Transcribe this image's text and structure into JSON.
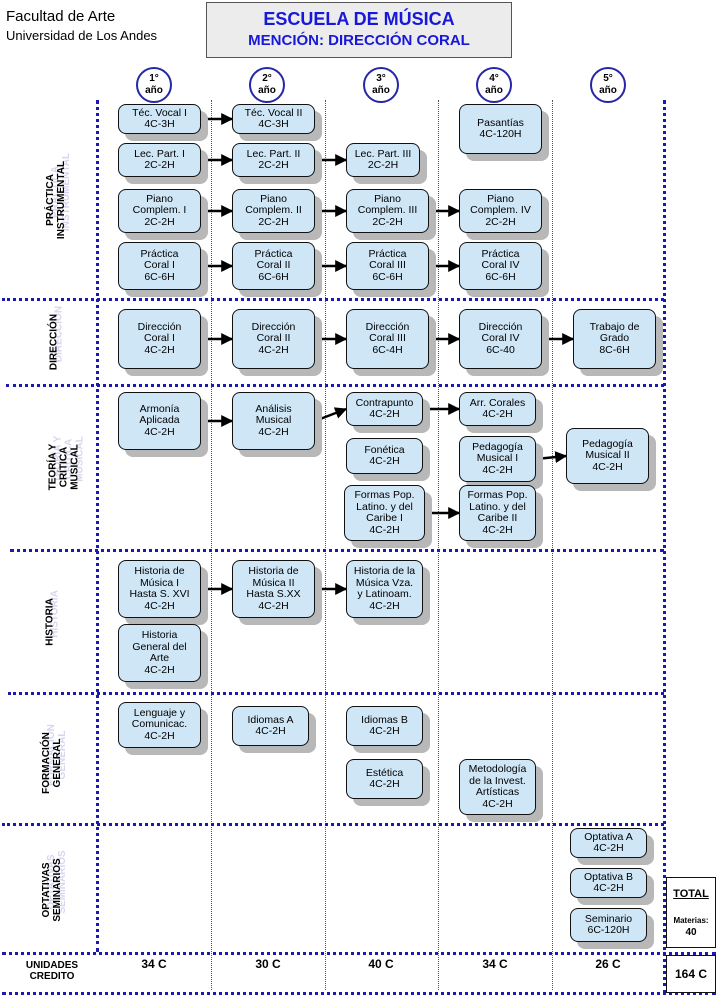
{
  "header": {
    "faculty": "Facultad de Arte",
    "university": "Universidad de Los Andes",
    "title": "ESCUELA DE MÚSICA",
    "subtitle": "MENCIÓN: DIRECCIÓN  CORAL"
  },
  "years": [
    {
      "num": "1°",
      "label": "año"
    },
    {
      "num": "2°",
      "label": "año"
    },
    {
      "num": "3°",
      "label": "año"
    },
    {
      "num": "4°",
      "label": "año"
    },
    {
      "num": "5°",
      "label": "año"
    }
  ],
  "categories": [
    {
      "lines": [
        "PRÁCTICA",
        "INSTRUMENTAL"
      ]
    },
    {
      "lines": [
        "DIRECCIÓN"
      ]
    },
    {
      "lines": [
        "TEORÍA Y",
        "CRÍTICA",
        "MUSICAL"
      ]
    },
    {
      "lines": [
        "HISTORIA"
      ]
    },
    {
      "lines": [
        "FORMACIÓN",
        "GENERAL"
      ]
    },
    {
      "lines": [
        "OPTATIVAS",
        "SEMINARIOS"
      ]
    }
  ],
  "courses": [
    {
      "id": "tec-vocal-1",
      "text": "Téc. Vocal  I\n4C-3H"
    },
    {
      "id": "tec-vocal-2",
      "text": "Téc. Vocal II\n4C-3H"
    },
    {
      "id": "pasantias",
      "text": "Pasantías\n4C-120H"
    },
    {
      "id": "lec-part-1",
      "text": "Lec. Part. I\n2C-2H"
    },
    {
      "id": "lec-part-2",
      "text": "Lec. Part. II\n2C-2H"
    },
    {
      "id": "lec-part-3",
      "text": "Lec. Part. III\n2C-2H"
    },
    {
      "id": "piano-1",
      "text": "Piano\nComplem. I\n2C-2H"
    },
    {
      "id": "piano-2",
      "text": "Piano\nComplem. II\n2C-2H"
    },
    {
      "id": "piano-3",
      "text": "Piano\nComplem. III\n2C-2H"
    },
    {
      "id": "piano-4",
      "text": "Piano\nComplem. IV\n2C-2H"
    },
    {
      "id": "coral-1",
      "text": "Práctica\nCoral I\n6C-6H"
    },
    {
      "id": "coral-2",
      "text": "Práctica\nCoral II\n6C-6H"
    },
    {
      "id": "coral-3",
      "text": "Práctica\nCoral III\n6C-6H"
    },
    {
      "id": "coral-4",
      "text": "Práctica\nCoral IV\n6C-6H"
    },
    {
      "id": "dir-1",
      "text": "Dirección\nCoral I\n4C-2H"
    },
    {
      "id": "dir-2",
      "text": "Dirección\nCoral II\n4C-2H"
    },
    {
      "id": "dir-3",
      "text": "Dirección\nCoral III\n6C-4H"
    },
    {
      "id": "dir-4",
      "text": "Dirección\nCoral IV\n6C-40"
    },
    {
      "id": "trabajo-grado",
      "text": "Trabajo de\nGrado\n8C-6H"
    },
    {
      "id": "armonia",
      "text": "Armonía\nAplicada\n4C-2H"
    },
    {
      "id": "analisis",
      "text": "Análisis\nMusical\n4C-2H"
    },
    {
      "id": "contrapunto",
      "text": "Contrapunto\n4C-2H"
    },
    {
      "id": "arr-corales",
      "text": "Arr. Corales\n4C-2H"
    },
    {
      "id": "fonetica",
      "text": "Fonética\n4C-2H"
    },
    {
      "id": "pedagogia-1",
      "text": "Pedagogía\nMusical I\n4C-2H"
    },
    {
      "id": "pedagogia-2",
      "text": "Pedagogía\nMusical II\n4C-2H"
    },
    {
      "id": "formas-pop-1",
      "text": "Formas Pop.\nLatino. y del\nCaribe I\n4C-2H"
    },
    {
      "id": "formas-pop-2",
      "text": "Formas Pop.\nLatino. y del\nCaribe II\n4C-2H"
    },
    {
      "id": "historia-1",
      "text": "Historia de\nMúsica I\nHasta S. XVI\n4C-2H"
    },
    {
      "id": "historia-2",
      "text": "Historia de\nMúsica  II\nHasta S.XX\n4C-2H"
    },
    {
      "id": "historia-3",
      "text": "Historia de la\nMúsica Vza.\ny Latinoam.\n4C-2H"
    },
    {
      "id": "historia-arte",
      "text": "Historia\nGeneral del\nArte\n4C-2H"
    },
    {
      "id": "lenguaje",
      "text": "Lenguaje y\nComunicac.\n4C-2H"
    },
    {
      "id": "idiomas-a",
      "text": "Idiomas A\n4C-2H"
    },
    {
      "id": "idiomas-b",
      "text": "Idiomas B\n4C-2H"
    },
    {
      "id": "estetica",
      "text": "Estética\n4C-2H"
    },
    {
      "id": "metodologia",
      "text": "Metodología\nde la Invest.\nArtísticas\n4C-2H"
    },
    {
      "id": "optativa-a",
      "text": "Optativa A\n4C-2H"
    },
    {
      "id": "optativa-b",
      "text": "Optativa B\n4C-2H"
    },
    {
      "id": "seminario",
      "text": "Seminario\n6C-120H"
    }
  ],
  "prerequisites": [
    [
      "tec-vocal-1",
      "tec-vocal-2"
    ],
    [
      "lec-part-1",
      "lec-part-2"
    ],
    [
      "lec-part-2",
      "lec-part-3"
    ],
    [
      "piano-1",
      "piano-2"
    ],
    [
      "piano-2",
      "piano-3"
    ],
    [
      "piano-3",
      "piano-4"
    ],
    [
      "coral-1",
      "coral-2"
    ],
    [
      "coral-2",
      "coral-3"
    ],
    [
      "coral-3",
      "coral-4"
    ],
    [
      "dir-1",
      "dir-2"
    ],
    [
      "dir-2",
      "dir-3"
    ],
    [
      "dir-3",
      "dir-4"
    ],
    [
      "dir-4",
      "trabajo-grado"
    ],
    [
      "armonia",
      "analisis"
    ],
    [
      "analisis",
      "contrapunto"
    ],
    [
      "contrapunto",
      "arr-corales"
    ],
    [
      "pedagogia-1",
      "pedagogia-2"
    ],
    [
      "formas-pop-1",
      "formas-pop-2"
    ],
    [
      "historia-1",
      "historia-2"
    ],
    [
      "historia-2",
      "historia-3"
    ]
  ],
  "footer": {
    "unidades": "UNIDADES\nCREDITO",
    "credits": [
      "34 C",
      "30 C",
      "40 C",
      "34 C",
      "26 C"
    ],
    "total_label": "TOTAL",
    "materias_label": "Materias:",
    "materias_value": "40",
    "total_credits": "164 C"
  }
}
